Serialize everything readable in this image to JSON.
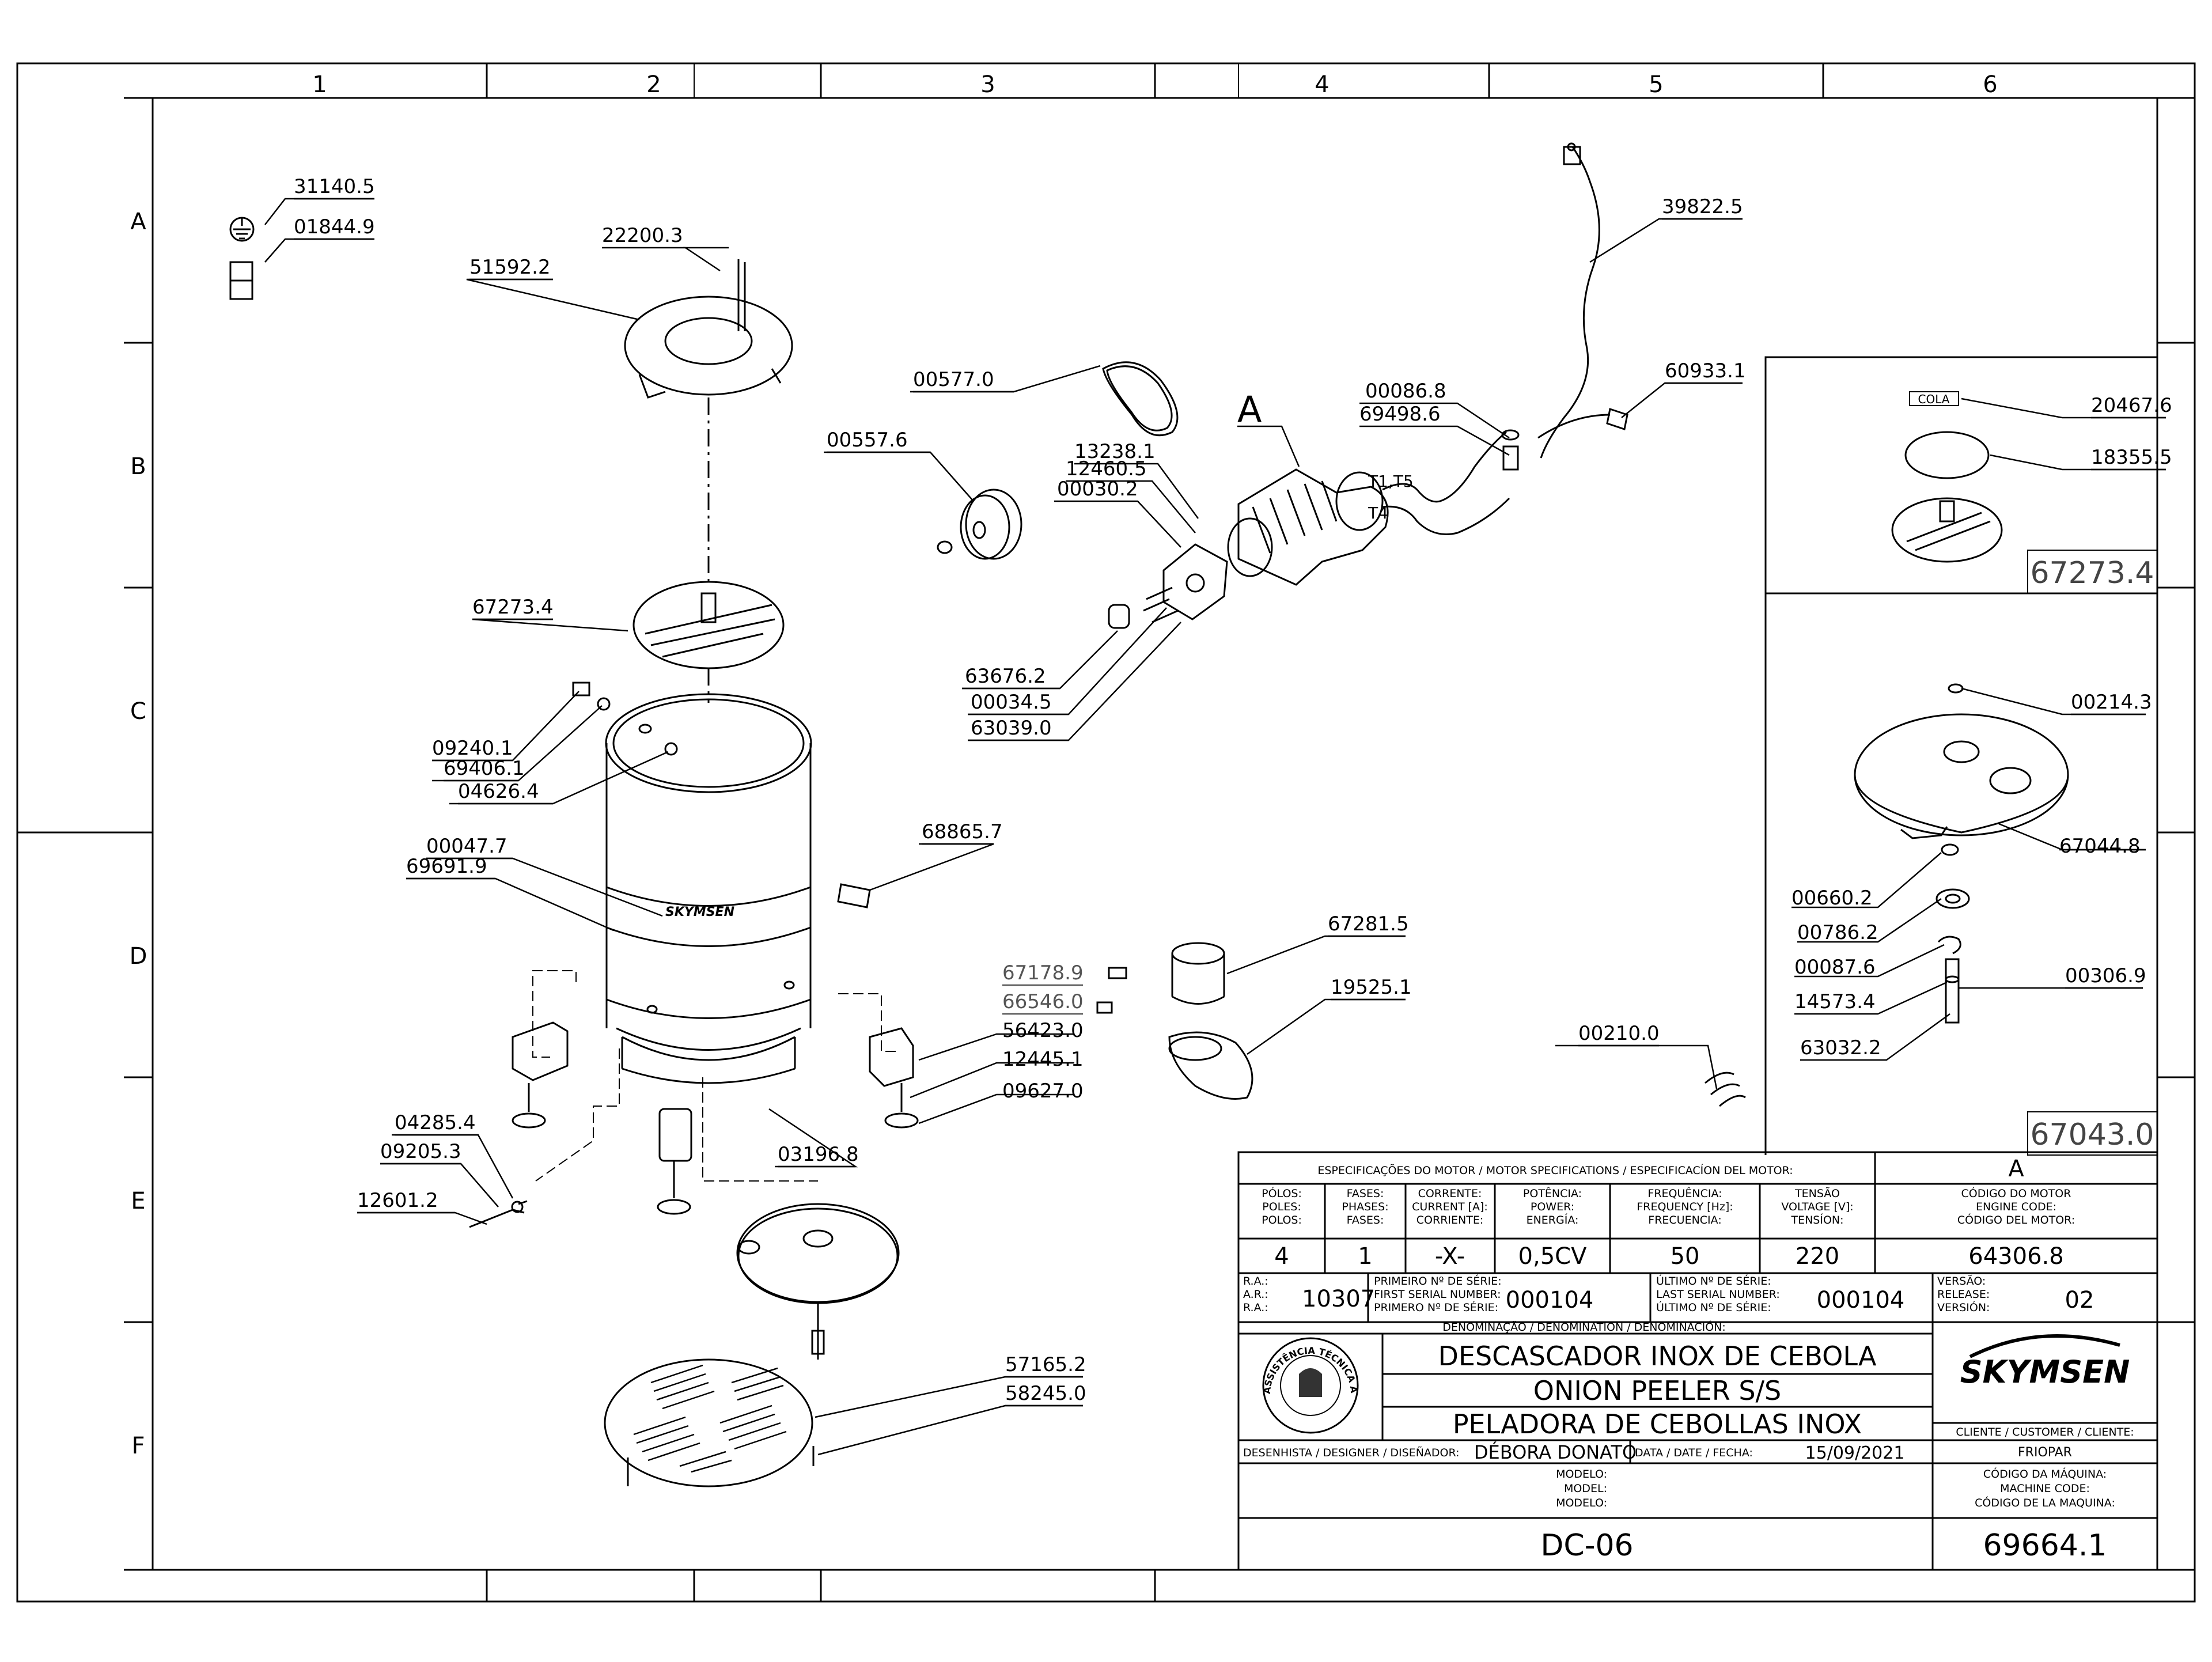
{
  "grid": {
    "columns": [
      "1",
      "2",
      "3",
      "4",
      "5",
      "6"
    ],
    "rows": [
      "A",
      "B",
      "C",
      "D",
      "E",
      "F"
    ]
  },
  "callouts": [
    {
      "id": "31140.5",
      "gray": false
    },
    {
      "id": "01844.9",
      "gray": false
    },
    {
      "id": "22200.3",
      "gray": false
    },
    {
      "id": "51592.2",
      "gray": false
    },
    {
      "id": "67273.4",
      "gray": false
    },
    {
      "id": "09240.1",
      "gray": false
    },
    {
      "id": "69406.1",
      "gray": false
    },
    {
      "id": "04626.4",
      "gray": false
    },
    {
      "id": "00047.7",
      "gray": false
    },
    {
      "id": "69691.9",
      "gray": false
    },
    {
      "id": "04285.4",
      "gray": false
    },
    {
      "id": "09205.3",
      "gray": false
    },
    {
      "id": "12601.2",
      "gray": false
    },
    {
      "id": "03196.8",
      "gray": false
    },
    {
      "id": "00577.0",
      "gray": false
    },
    {
      "id": "00557.6",
      "gray": false
    },
    {
      "id": "13238.1",
      "gray": false
    },
    {
      "id": "12460.5",
      "gray": false
    },
    {
      "id": "00030.2",
      "gray": false
    },
    {
      "id": "63676.2",
      "gray": false
    },
    {
      "id": "00034.5",
      "gray": false
    },
    {
      "id": "63039.0",
      "gray": false
    },
    {
      "id": "68865.7",
      "gray": false
    },
    {
      "id": "67178.9",
      "gray": true
    },
    {
      "id": "66546.0",
      "gray": true
    },
    {
      "id": "56423.0",
      "gray": false
    },
    {
      "id": "12445.1",
      "gray": false
    },
    {
      "id": "09627.0",
      "gray": false
    },
    {
      "id": "67281.5",
      "gray": false
    },
    {
      "id": "19525.1",
      "gray": false
    },
    {
      "id": "57165.2",
      "gray": false
    },
    {
      "id": "58245.0",
      "gray": false
    },
    {
      "id": "39822.5",
      "gray": false
    },
    {
      "id": "00086.8",
      "gray": false
    },
    {
      "id": "69498.6",
      "gray": false
    },
    {
      "id": "60933.1",
      "gray": false
    },
    {
      "id": "00210.0",
      "gray": false
    },
    {
      "id": "20467.6",
      "gray": false
    },
    {
      "id": "18355.5",
      "gray": false
    },
    {
      "id": "00214.3",
      "gray": false
    },
    {
      "id": "67044.8",
      "gray": false
    },
    {
      "id": "00660.2",
      "gray": false
    },
    {
      "id": "00786.2",
      "gray": false
    },
    {
      "id": "00087.6",
      "gray": false
    },
    {
      "id": "14573.4",
      "gray": false
    },
    {
      "id": "00306.9",
      "gray": false
    },
    {
      "id": "63032.2",
      "gray": false
    }
  ],
  "annotations": {
    "detail_marker": "A",
    "terminal_t1t5": "T1,T5",
    "terminal_t4": "T4",
    "cola_tag": "COLA",
    "detail_box_1": "67273.4",
    "detail_box_2": "67043.0",
    "brand_on_drum": "SKYMSEN"
  },
  "title_block": {
    "motor_spec_header": "ESPECIFICAÇÕES DO MOTOR / MOTOR SPECIFICATIONS / ESPECIFICACÍON DEL MOTOR:",
    "col_headers": [
      [
        "PÓLOS:",
        "POLES:",
        "POLOS:"
      ],
      [
        "FASES:",
        "PHASES:",
        "FASES:"
      ],
      [
        "CORRENTE:",
        "CURRENT [A]:",
        "CORRIENTE:"
      ],
      [
        "POTÊNCIA:",
        "POWER:",
        "ENERGÍA:"
      ],
      [
        "FREQUÊNCIA:",
        "FREQUENCY [Hz]:",
        "FRECUENCIA:"
      ],
      [
        "TENSÃO",
        "VOLTAGE [V]:",
        "TENSÍON:"
      ]
    ],
    "col_values": [
      "4",
      "1",
      "-X-",
      "0,5CV",
      "50",
      "220"
    ],
    "detail_ref": "A",
    "engine_code_label": [
      "CÓDIGO DO MOTOR",
      "ENGINE CODE:",
      "CÓDIGO DEL MOTOR:"
    ],
    "engine_code": "64306.8",
    "ra_labels": [
      "R.A.:",
      "A.R.:",
      "R.A.:"
    ],
    "ra_value": "10307",
    "first_serial_labels": [
      "PRIMEIRO Nº DE SÉRIE:",
      "FIRST SERIAL NUMBER:",
      "PRIMERO Nº DE SÉRIE:"
    ],
    "first_serial": "000104",
    "last_serial_labels": [
      "ÚLTIMO Nº DE SÉRIE:",
      "LAST SERIAL NUMBER:",
      "ÚLTIMO Nº DE SÉRIE:"
    ],
    "last_serial": "000104",
    "version_labels": [
      "VERSÃO:",
      "RELEASE:",
      "VERSIÓN:"
    ],
    "version": "02",
    "denomination_label": "DENOMINAÇÃO / DENOMINATION / DENOMINACIÓN:",
    "name_pt": "DESCASCADOR INOX DE CEBOLA",
    "name_en": "ONION PEELER S/S",
    "name_es": "PELADORA DE CEBOLLAS INOX",
    "seal_text": "ASSISTÊNCIA TÉCNICA AUTORIZADA",
    "brand": "SKYMSEN",
    "client_label": "CLIENTE / CUSTOMER / CLIENTE:",
    "client": "FRIOPAR",
    "designer_label": "DESENHISTA / DESIGNER / DISEÑADOR:",
    "designer": "DÉBORA DONATO",
    "date_label": "DATA / DATE / FECHA:",
    "date": "15/09/2021",
    "model_labels": [
      "MODELO:",
      "MODEL:",
      "MODELO:"
    ],
    "machine_code_labels": [
      "CÓDIGO DA MÁQUINA:",
      "MACHINE CODE:",
      "CÓDIGO DE LA MAQUINA:"
    ],
    "model": "DC-06",
    "machine_code": "69664.1"
  }
}
